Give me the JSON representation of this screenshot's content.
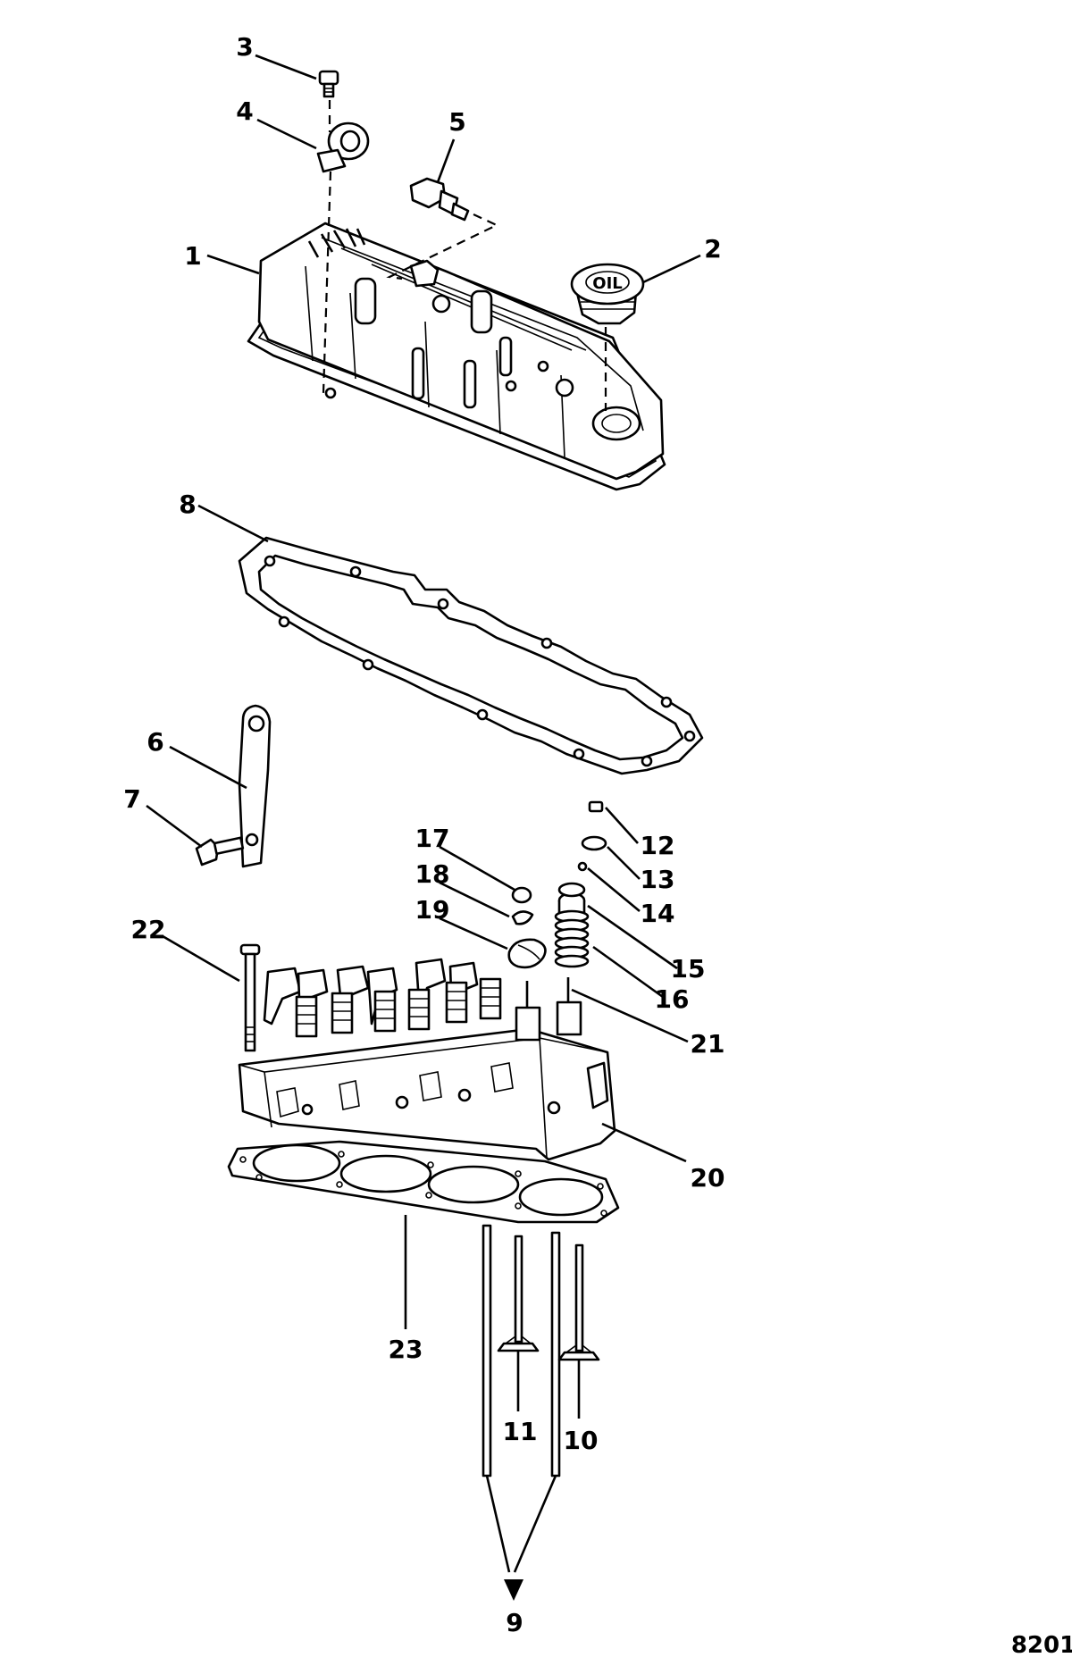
{
  "labels": {
    "l1": "1",
    "l2": "2",
    "l3": "3",
    "l4": "4",
    "l5": "5",
    "l6": "6",
    "l7": "7",
    "l8": "8",
    "l9": "9",
    "l10": "10",
    "l11": "11",
    "l12": "12",
    "l13": "13",
    "l14": "14",
    "l15": "15",
    "l16": "16",
    "l17": "17",
    "l18": "18",
    "l19": "19",
    "l20": "20",
    "l21": "21",
    "l22": "22",
    "l23": "23"
  },
  "oil_cap_text": "OIL",
  "figure_number": "8201"
}
